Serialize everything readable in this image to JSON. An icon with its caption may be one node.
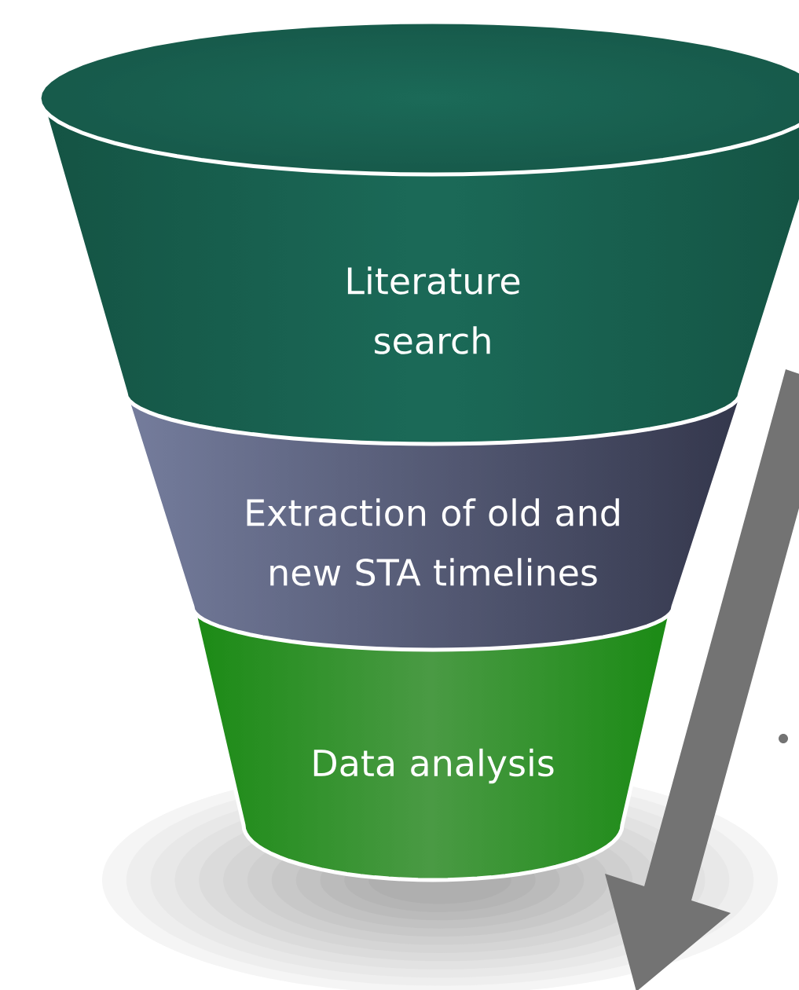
{
  "diagram": {
    "nodes": [
      {
        "text": [
          "Literature search"
        ]
      },
      {
        "text": [
          "Extraction of old and new STA timelines"
        ]
      },
      {
        "text": [
          "Data analysis"
        ]
      }
    ]
  }
}
